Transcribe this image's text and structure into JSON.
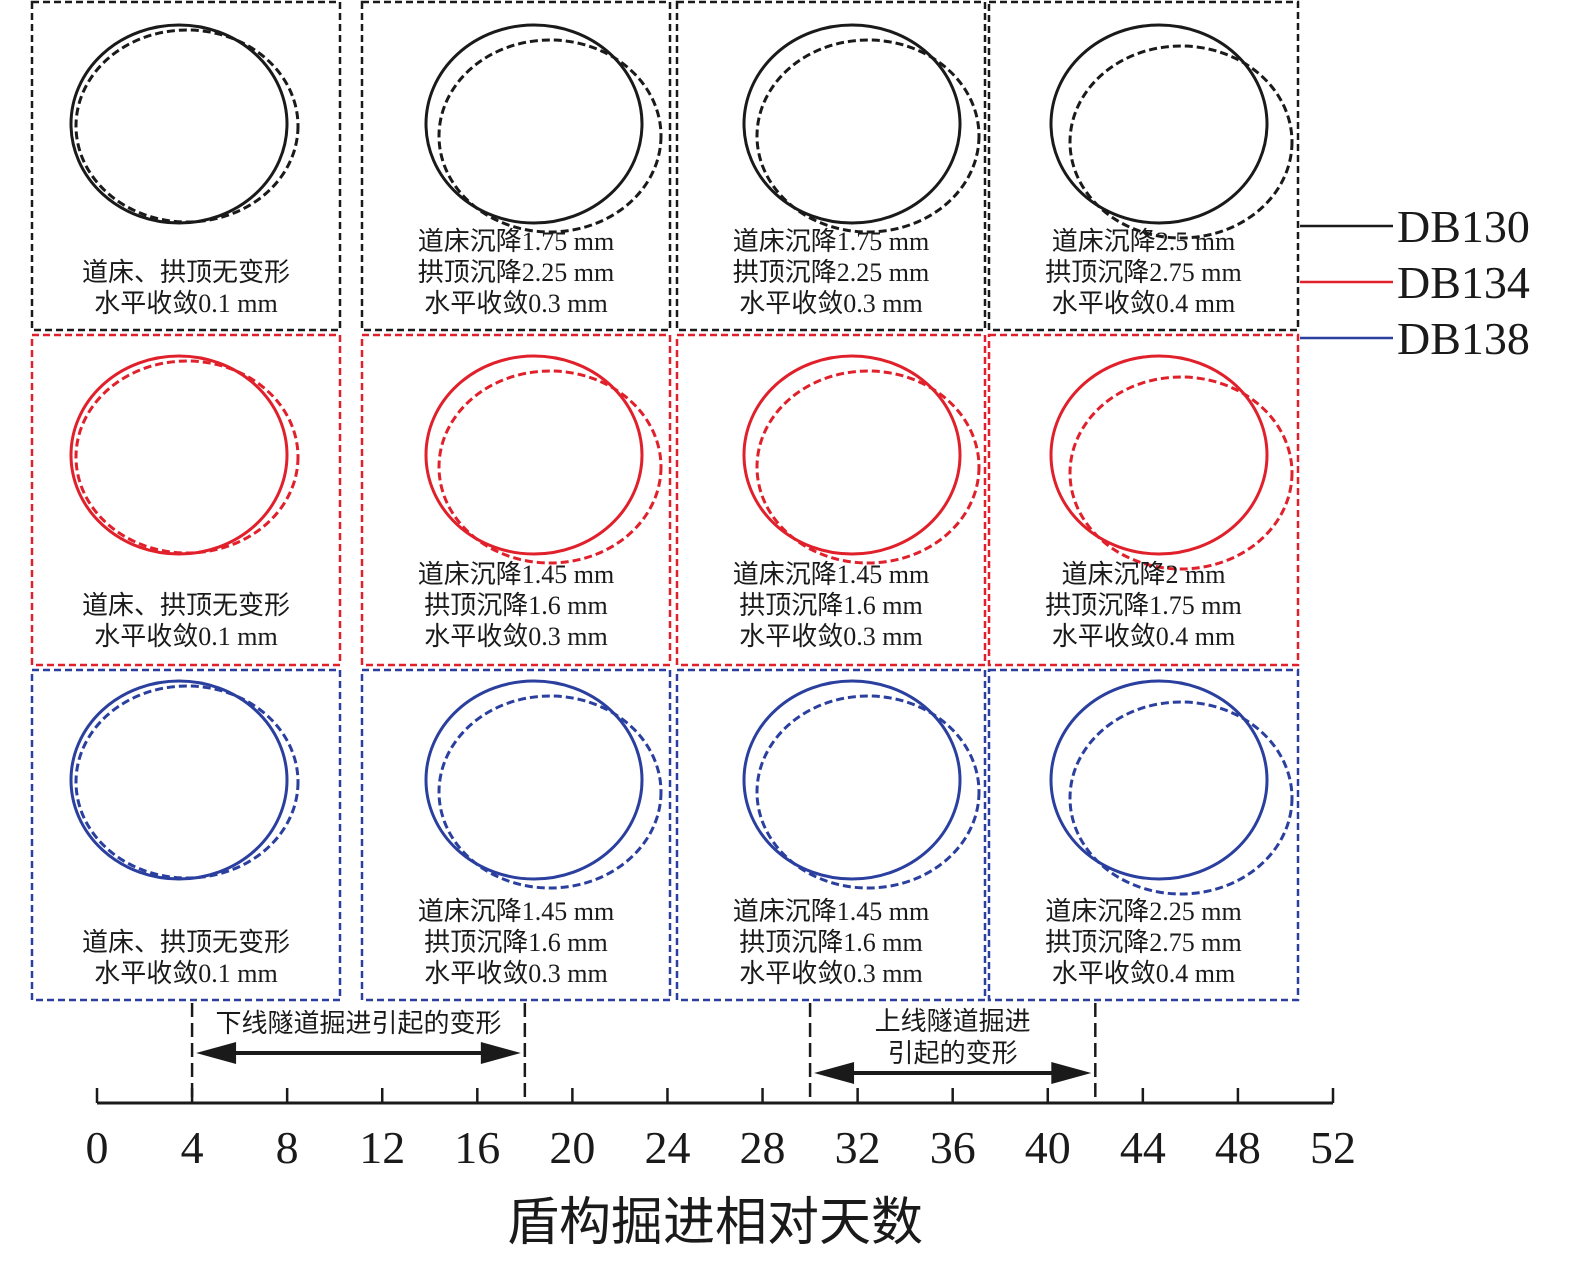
{
  "colors": {
    "DB130": "#1a1a1a",
    "DB134": "#e0202a",
    "DB138": "#2a3f9e"
  },
  "legend": [
    {
      "label": "DB130",
      "color": "#1a1a1a"
    },
    {
      "label": "DB134",
      "color": "#e0202a"
    },
    {
      "label": "DB138",
      "color": "#2a3f9e"
    }
  ],
  "rows": [
    {
      "series": "DB130",
      "panels": [
        [
          "道床、拱顶无变形",
          "水平收敛0.1 mm"
        ],
        [
          "道床沉降1.75 mm",
          "拱顶沉降2.25 mm",
          "水平收敛0.3 mm"
        ],
        [
          "道床沉降1.75 mm",
          "拱顶沉降2.25 mm",
          "水平收敛0.3 mm"
        ],
        [
          "道床沉降2.5 mm",
          "拱顶沉降2.75 mm",
          "水平收敛0.4 mm"
        ]
      ]
    },
    {
      "series": "DB134",
      "panels": [
        [
          "道床、拱顶无变形",
          "水平收敛0.1 mm"
        ],
        [
          "道床沉降1.45 mm",
          "拱顶沉降1.6 mm",
          "水平收敛0.3 mm"
        ],
        [
          "道床沉降1.45 mm",
          "拱顶沉降1.6 mm",
          "水平收敛0.3 mm"
        ],
        [
          "道床沉降2 mm",
          "拱顶沉降1.75 mm",
          "水平收敛0.4 mm"
        ]
      ]
    },
    {
      "series": "DB138",
      "panels": [
        [
          "道床、拱顶无变形",
          "水平收敛0.1 mm"
        ],
        [
          "道床沉降1.45 mm",
          "拱顶沉降1.6 mm",
          "水平收敛0.3 mm"
        ],
        [
          "道床沉降1.45 mm",
          "拱顶沉降1.6 mm",
          "水平收敛0.3 mm"
        ],
        [
          "道床沉降2.25 mm",
          "拱顶沉降2.75 mm",
          "水平收敛0.4 mm"
        ]
      ]
    }
  ],
  "axis": {
    "title": "盾构掘进相对天数",
    "min": 0,
    "max": 52,
    "step": 4,
    "tick_labels": [
      "0",
      "4",
      "8",
      "12",
      "16",
      "20",
      "24",
      "28",
      "32",
      "36",
      "40",
      "44",
      "48",
      "52"
    ]
  },
  "annotations": [
    {
      "lines": [
        "下线隧道掘进引起的变形"
      ],
      "from_day": 4,
      "to_day": 18
    },
    {
      "lines": [
        "上线隧道掘进",
        "引起的变形"
      ],
      "from_day": 30,
      "to_day": 42
    }
  ]
}
